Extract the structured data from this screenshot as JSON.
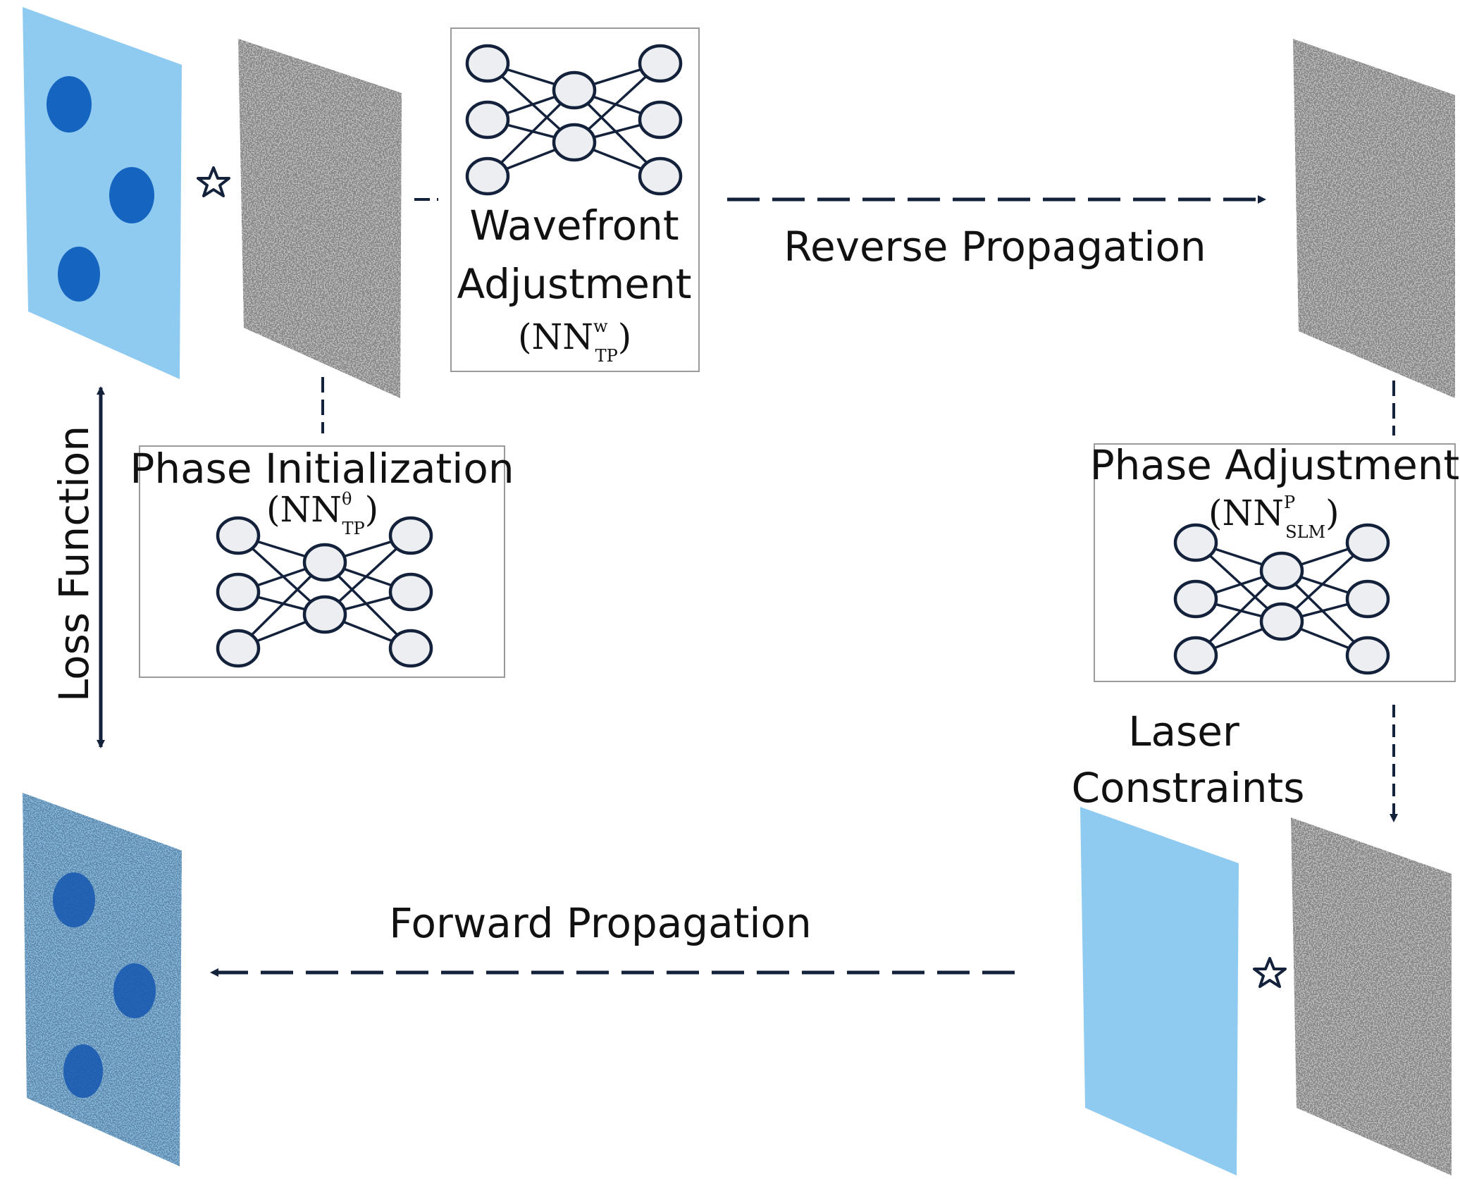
{
  "colors": {
    "ink": "#13213a",
    "target_blue": "#8fcaf0",
    "spot_blue": "#1565c0",
    "speckle_bg": "#bdbdbd",
    "speckle_dark": "#3d3d3d",
    "noisy_bg": "#86b9dc",
    "noisy_dark": "#1d3f66",
    "node_fill": "#eceef1",
    "box_border": "#9a9a9a"
  },
  "icons": [
    "star-icon",
    "star-icon"
  ],
  "labels": {
    "wavefront_line1": "Wavefront",
    "wavefront_line2": "Adjustment",
    "wavefront_nn_main": "(NN",
    "wavefront_nn_sup": "w",
    "wavefront_nn_sub": "TP",
    "wavefront_nn_close": ")",
    "reverse": "Reverse Propagation",
    "phase_init": "Phase Initialization",
    "phase_init_nn_main": "(NN",
    "phase_init_nn_sup": "θ",
    "phase_init_nn_sub": "TP",
    "phase_init_nn_close": ")",
    "phase_adj": "Phase Adjustment",
    "phase_adj_nn_main": "(NN",
    "phase_adj_nn_sup": "P",
    "phase_adj_nn_sub": "SLM",
    "phase_adj_nn_close": ")",
    "loss": "Loss Function",
    "laser_line1": "Laser",
    "laser_line2": "Constraints",
    "forward": "Forward Propagation"
  }
}
